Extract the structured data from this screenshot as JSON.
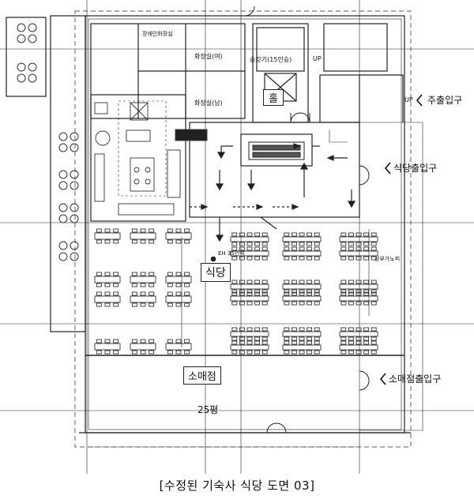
{
  "labels": {
    "restaurant": "식당",
    "store": "소매점",
    "store_area": "25평",
    "hall": "홀",
    "elevator": "승강기(15인승)",
    "restroom_m": "화장실(남)",
    "restroom_f": "화장실(여)",
    "restroom_accessible": "장애인화장실",
    "main_entrance": "주출입구",
    "restaurant_entrance": "식당출입구",
    "store_entrance": "소매점출입구",
    "exhaust": "상부가노피",
    "pillar_note": "EH 35인석",
    "up_left": "UP",
    "up_right": "UP"
  },
  "caption": "[수정된 기숙사 식당 도면 03]",
  "colors": {
    "line": "#222222",
    "wall": "#111111",
    "dark_fixture": "#555555"
  }
}
